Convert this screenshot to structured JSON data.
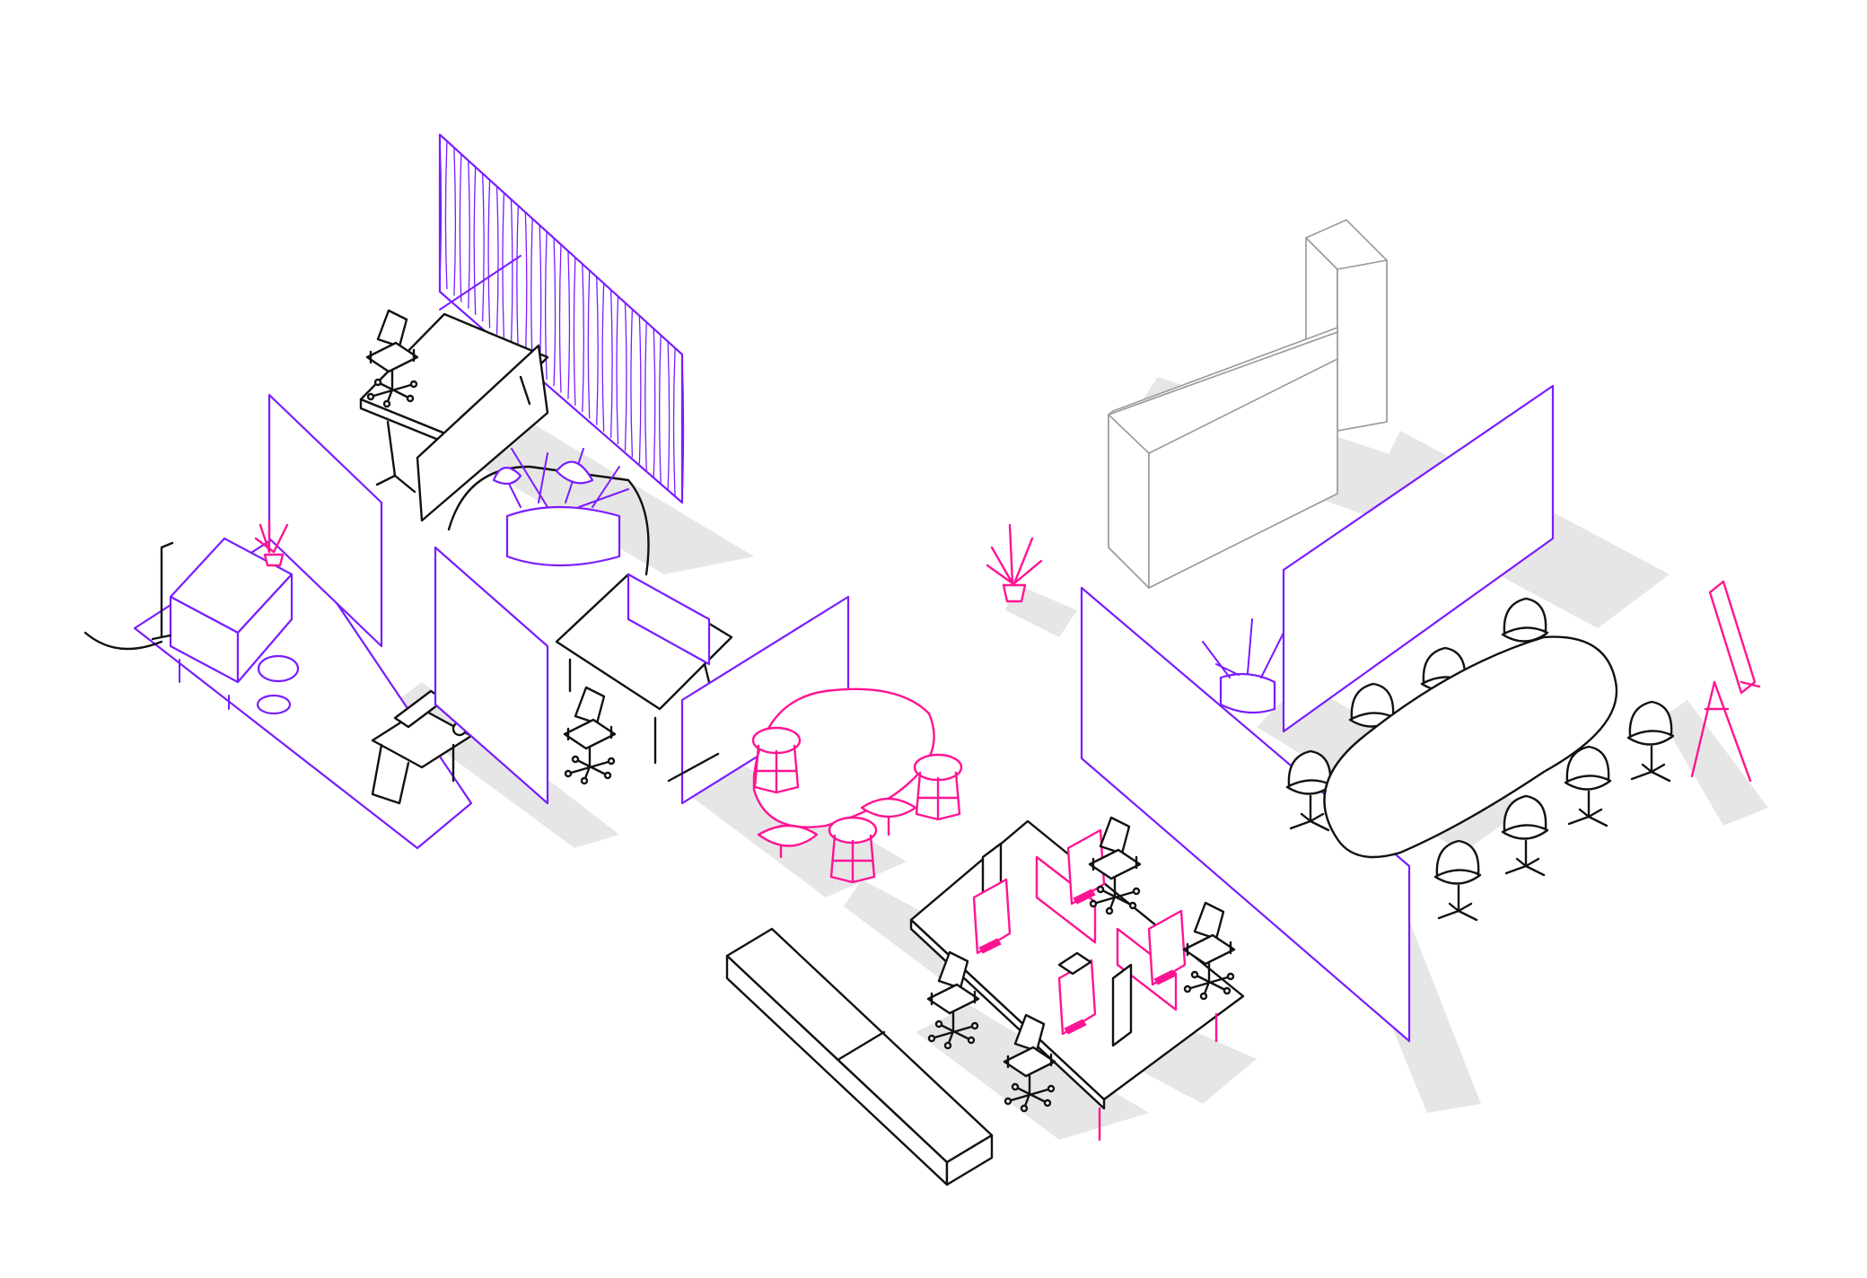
{
  "illustration": {
    "kind": "isometric office furniture layout",
    "text_labels": []
  },
  "palette": {
    "outline": "#111111",
    "curtain_accent": "#7a1cff",
    "highlight_accent": "#ff1493",
    "ghost_outline": "#9a9a9a",
    "shadow": "#e6e6e6",
    "background": "#ffffff"
  },
  "zones": [
    {
      "id": "focus-desk-area",
      "items": [
        "curtain",
        "desk",
        "office-chair",
        "acoustic-screen"
      ]
    },
    {
      "id": "lounge-area",
      "items": [
        "curtain",
        "sofa",
        "floor-lamp",
        "rug",
        "side-table",
        "plant"
      ]
    },
    {
      "id": "collaboration-area",
      "items": [
        "round-planter",
        "curtain",
        "bench-desk",
        "standing-table",
        "stools",
        "screen"
      ]
    },
    {
      "id": "workstation-cluster",
      "items": [
        "bench-desks",
        "monitors",
        "office-chairs",
        "low-storage"
      ]
    },
    {
      "id": "meeting-room",
      "items": [
        "curtain",
        "oval-table",
        "chairs",
        "flip-chart",
        "plant"
      ]
    },
    {
      "id": "storage-wall",
      "items": [
        "reception-counter",
        "tall-cabinet"
      ]
    }
  ]
}
